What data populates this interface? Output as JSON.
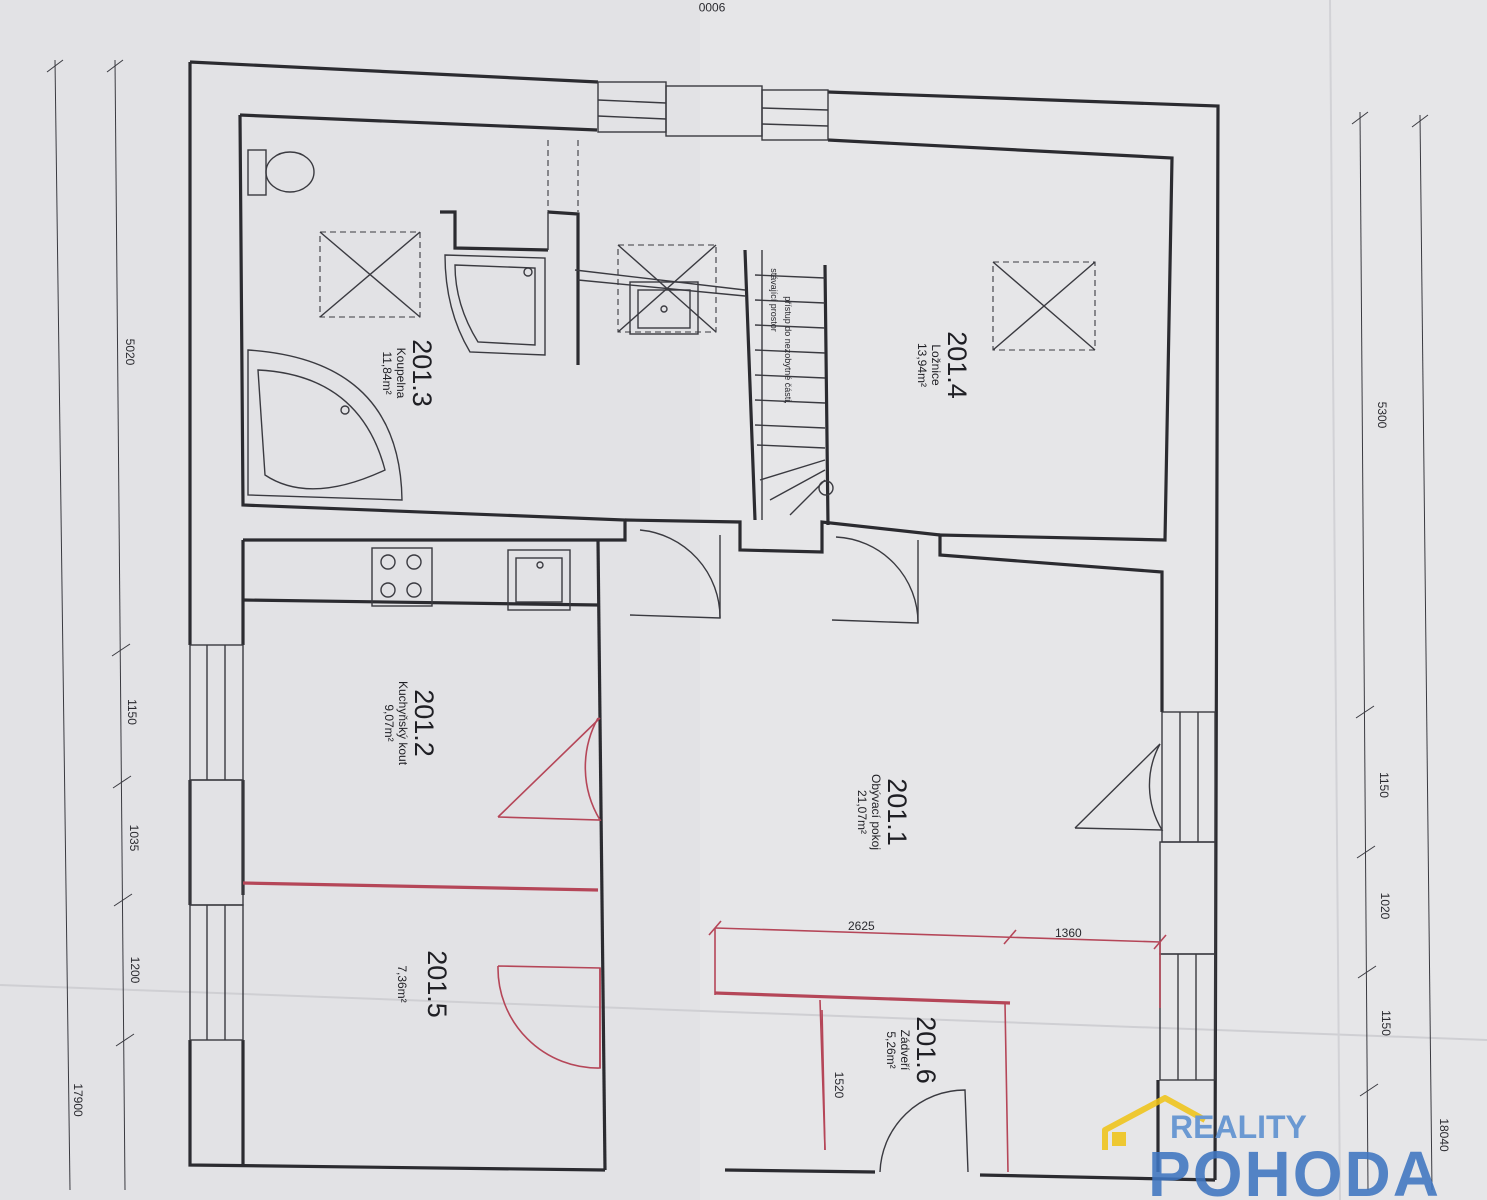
{
  "plan": {
    "dimensions": {
      "top": "9000",
      "left_total": "17900",
      "left_top": "5020",
      "left_1": "1150",
      "left_2": "1035",
      "left_3": "1200",
      "right_total": "18040",
      "right_top": "5300",
      "right_1": "1150",
      "right_2": "1020",
      "right_3": "1150",
      "inner_a": "2625",
      "inner_b": "1360",
      "inner_c": "1520"
    },
    "stair_note_1": "přístup do nezobytné části,",
    "stair_note_2": "stávající prostor",
    "rooms": [
      {
        "number": "201.1",
        "name": "Obývací pokoj",
        "area": "21,07m²"
      },
      {
        "number": "201.2",
        "name": "Kuchyňský kout",
        "area": "9,07m²"
      },
      {
        "number": "201.3",
        "name": "Koupelna",
        "area": "11,84m²"
      },
      {
        "number": "201.4",
        "name": "Ložnice",
        "area": "13,94m²"
      },
      {
        "number": "201.5",
        "name": "",
        "area": "7,36m²"
      },
      {
        "number": "201.6",
        "name": "Zádveří",
        "area": "5,26m²"
      }
    ]
  },
  "watermark": {
    "line1": "REALITY",
    "line2": "POHODA",
    "color": "#3f76c1"
  }
}
